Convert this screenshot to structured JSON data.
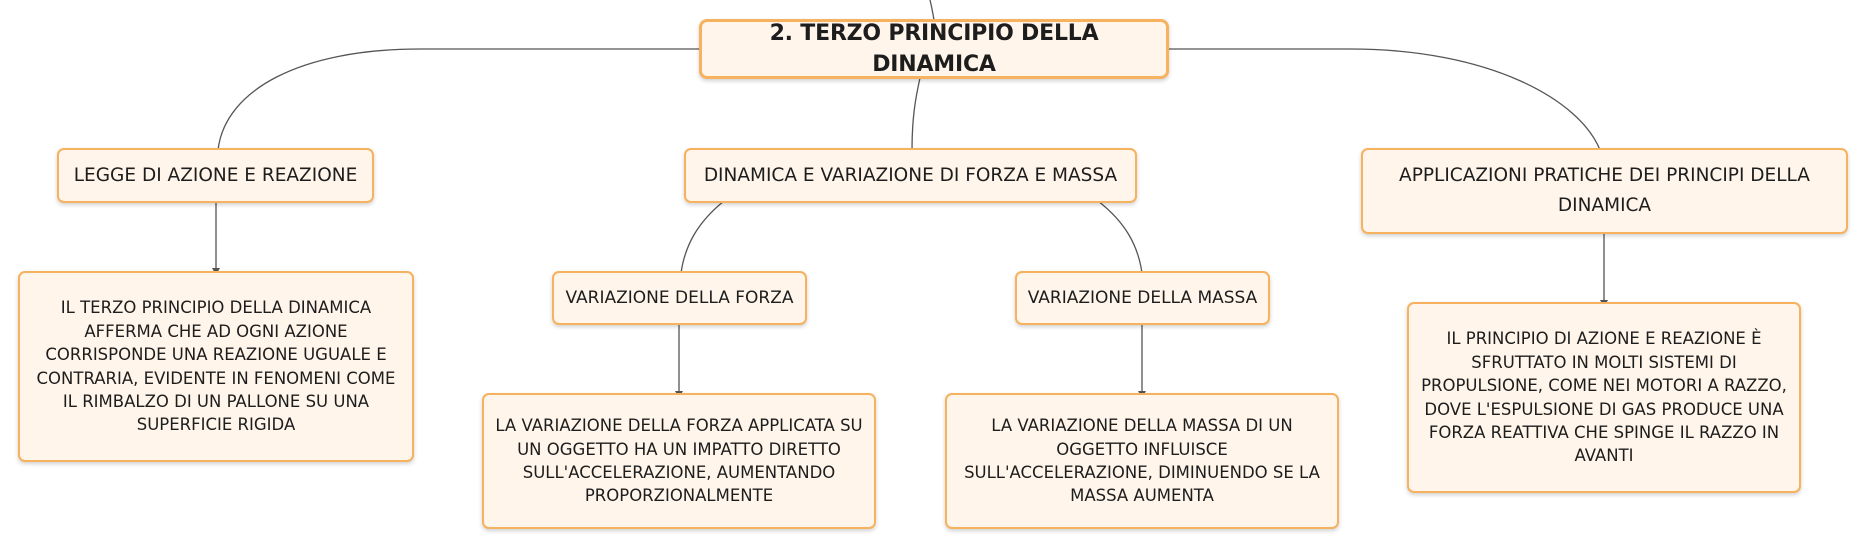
{
  "colors": {
    "border": "#f6b25e",
    "fill": "#fff5ea",
    "line": "#555555"
  },
  "nodes": {
    "root": "2. TERZO PRINCIPIO DELLA DINAMICA",
    "legge": "LEGGE DI AZIONE E REAZIONE",
    "dinamica": "DINAMICA E VARIAZIONE DI FORZA E MASSA",
    "applicazioni": "APPLICAZIONI PRATICHE DEI PRINCIPI DELLA DINAMICA",
    "legge_desc": "IL TERZO PRINCIPIO DELLA DINAMICA AFFERMA CHE AD OGNI AZIONE CORRISPONDE UNA REAZIONE UGUALE E CONTRARIA, EVIDENTE IN FENOMENI COME IL RIMBALZO DI UN PALLONE SU UNA SUPERFICIE RIGIDA",
    "var_forza": "VARIAZIONE DELLA FORZA",
    "var_massa": "VARIAZIONE DELLA MASSA",
    "forza_desc": "LA VARIAZIONE DELLA FORZA APPLICATA SU UN OGGETTO HA UN IMPATTO DIRETTO SULL'ACCELERAZIONE, AUMENTANDO PROPORZIONALMENTE",
    "massa_desc": "LA VARIAZIONE DELLA MASSA DI UN OGGETTO INFLUISCE SULL'ACCELERAZIONE, DIMINUENDO SE LA MASSA AUMENTA",
    "applicazioni_desc": "IL PRINCIPIO DI AZIONE E REAZIONE È SFRUTTATO IN MOLTI SISTEMI DI PROPULSIONE, COME NEI MOTORI A RAZZO, DOVE L'ESPULSIONE DI GAS PRODUCE UNA FORZA REATTIVA CHE SPINGE IL RAZZO IN AVANTI"
  }
}
